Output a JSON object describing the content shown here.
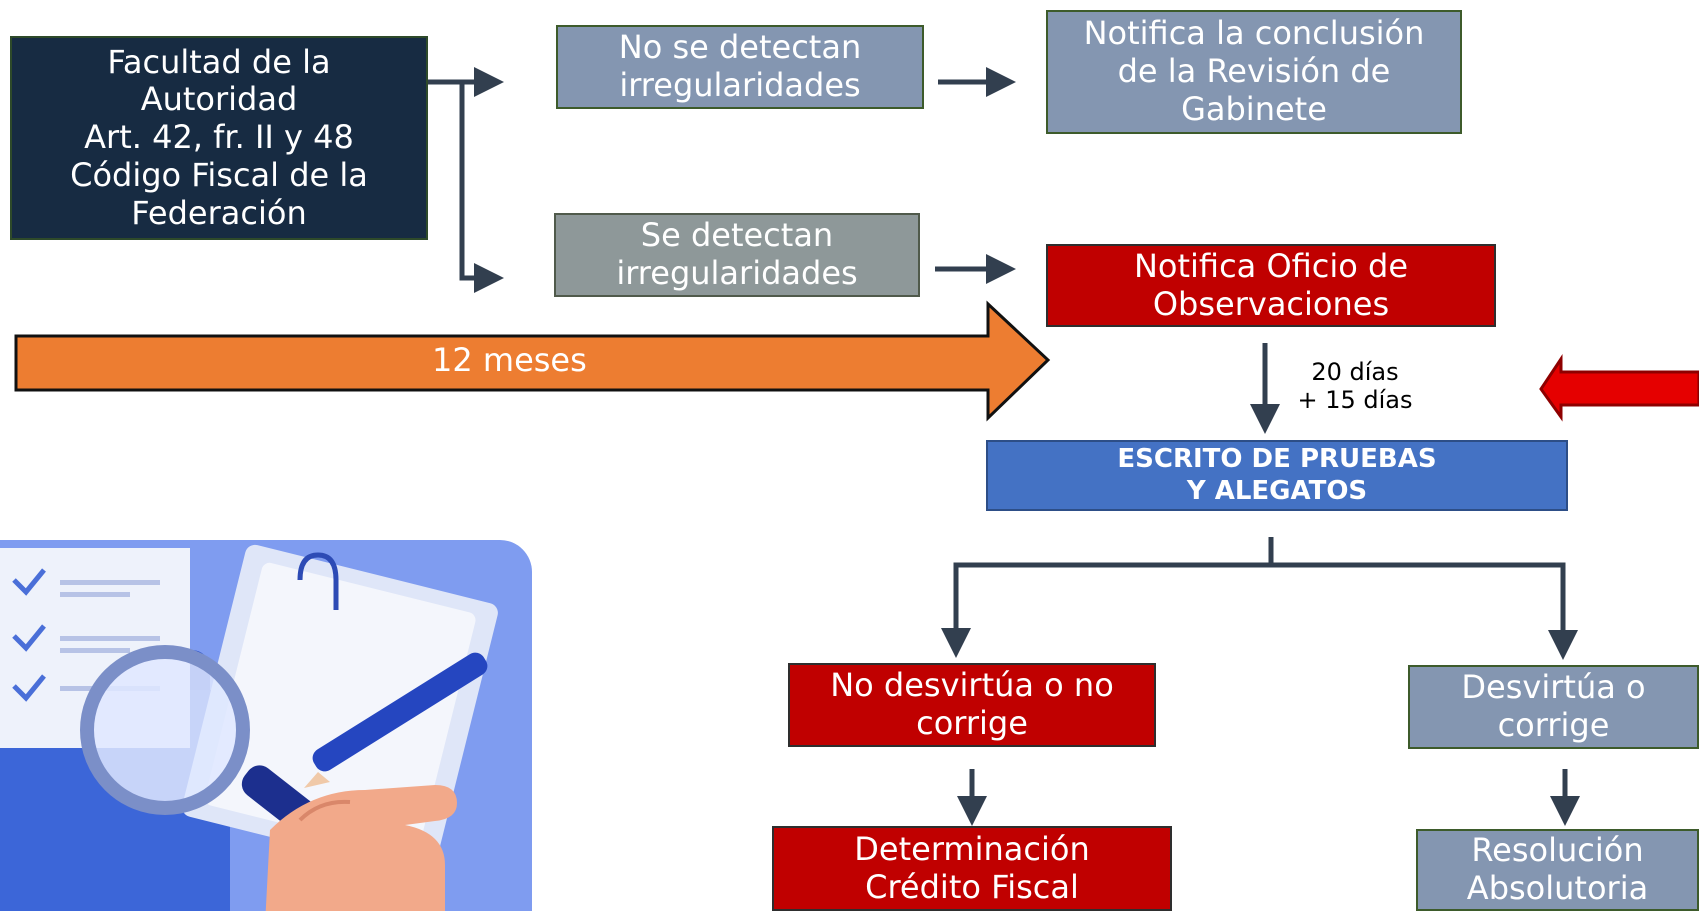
{
  "nodes": {
    "authority": "Facultad de la\nAutoridad\nArt. 42, fr. II y 48\nCódigo Fiscal de la\nFederación",
    "no_irregularities": "No se detectan\nirregularidades",
    "notify_conclusion": "Notifica la conclusión\nde la Revisión de\nGabinete",
    "irregularities": "Se detectan\nirregularidades",
    "notify_observations": "Notifica Oficio de\nObservaciones",
    "evidence_brief": "ESCRITO DE PRUEBAS\nY ALEGATOS",
    "not_refuted": "No desvirtúa o no\ncorrige",
    "refuted": "Desvirtúa o\ncorrige",
    "tax_credit": "Determinación\nCrédito Fiscal",
    "acquittal": "Resolución\nAbsolutoria"
  },
  "labels": {
    "months": "12 meses",
    "days": "20 días\n+ 15 días"
  },
  "colors": {
    "navy": "#172b42",
    "slate": "#8496b1",
    "gray": "#8e9899",
    "red": "#c00000",
    "blue": "#4472c4",
    "orange": "#ed7d31",
    "connector": "#323f4f"
  },
  "illustration": {
    "icons": [
      "checklist-icon",
      "clipboard-icon",
      "pencil-icon",
      "magnifying-glass-icon",
      "hand-icon",
      "folder-icon"
    ]
  }
}
